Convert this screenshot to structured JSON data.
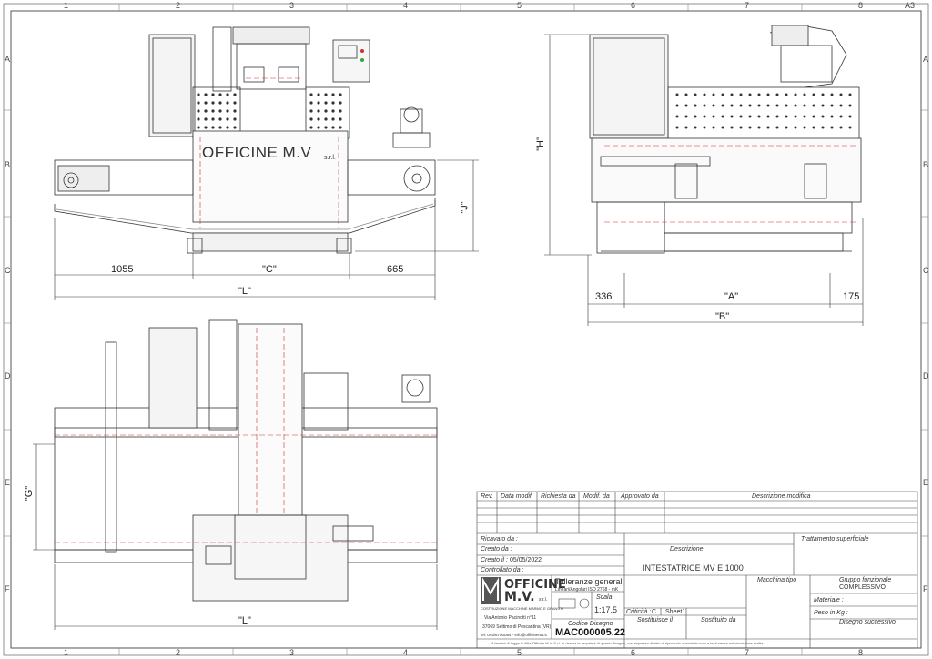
{
  "sheet": {
    "format": "A3",
    "columns": [
      "1",
      "2",
      "3",
      "4",
      "5",
      "6",
      "7",
      "8"
    ],
    "rows": [
      "A",
      "B",
      "C",
      "D",
      "E",
      "F"
    ]
  },
  "views": {
    "front": {
      "brand_text": "OFFICINE M.V",
      "brand_suffix": "s.r.l.",
      "dim_left": "1055",
      "dim_center": "\"C\"",
      "dim_right": "665",
      "dim_total": "\"L\"",
      "dim_height": "\"J\""
    },
    "side": {
      "dim_height": "\"H\"",
      "dim_left": "336",
      "dim_center": "\"A\"",
      "dim_right": "175",
      "dim_total": "\"B\""
    },
    "top": {
      "dim_depth": "\"G\"",
      "dim_total": "\"L\""
    }
  },
  "title_block": {
    "rev_headers": [
      "Rev.",
      "Data modif.",
      "Richiesta da",
      "Modif. da",
      "Approvato da",
      "Descrizione modifica"
    ],
    "ricavato_da": "Ricavato da :",
    "creato_da": "Creato da :",
    "creato_il": "Creato il :",
    "creato_il_value": "05/05/2022",
    "controllato_da": "Controllato da :",
    "trattamento": "Trattamento superficiale",
    "descrizione_label": "Descrizione",
    "descrizione_value": "INTESTATRICE MV E 1000",
    "company_line1": "OFFICINE",
    "company_line2": "M.V.",
    "company_srl": "s.r.l.",
    "company_tagline": "COSTRUZIONE MACCHINE MARMO E GRANITO",
    "address1": "Via Antonio Pacinotti n°11",
    "address2": "37069 Settimo di Pescantina (VR)",
    "address3": "Tel. 045/6700084 - info@officinemv.it",
    "tolleranze_label": "Tolleranze generali",
    "tolleranze_value": "Lineari/Angolari ISO 2768 - mK",
    "scala_label": "Scala",
    "scala_value": "1:17.5",
    "codice_label": "Codice Disegno",
    "codice_value": "MAC000005.22",
    "criticita": "Criticità :",
    "criticita_value": "C",
    "sheet_label": "Sheet1",
    "sostituisce": "Sostituisce il",
    "sostituito": "Sostituito da",
    "macchina_tipo": "Macchina tipo",
    "gruppo_label": "Gruppo funzionale",
    "gruppo_value": "COMPLESSIVO",
    "materiale": "Materiale :",
    "peso": "Peso in Kg :",
    "disegno_succ": "Disegno successivo",
    "footer_note": "A termini di legge la ditta Officine M.V. S.r.l. si riserva la proprietà di questo disegno, con espresso divieto di riprodurlo o renderlo noto a terzi senza autorizzazione scritta."
  }
}
